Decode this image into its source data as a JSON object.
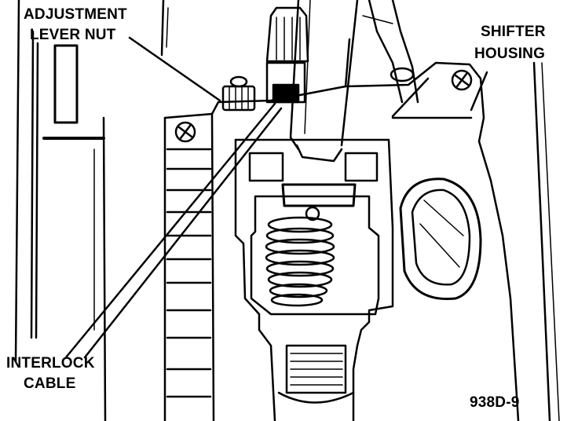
{
  "labels": {
    "adjustment_line1": "ADJUSTMENT",
    "adjustment_line2": "LEVER NUT",
    "shifter_line1": "SHIFTER",
    "shifter_line2": "HOUSING",
    "interlock_line1": "INTERLOCK",
    "interlock_line2": "CABLE",
    "figure_id": "938D-9"
  }
}
